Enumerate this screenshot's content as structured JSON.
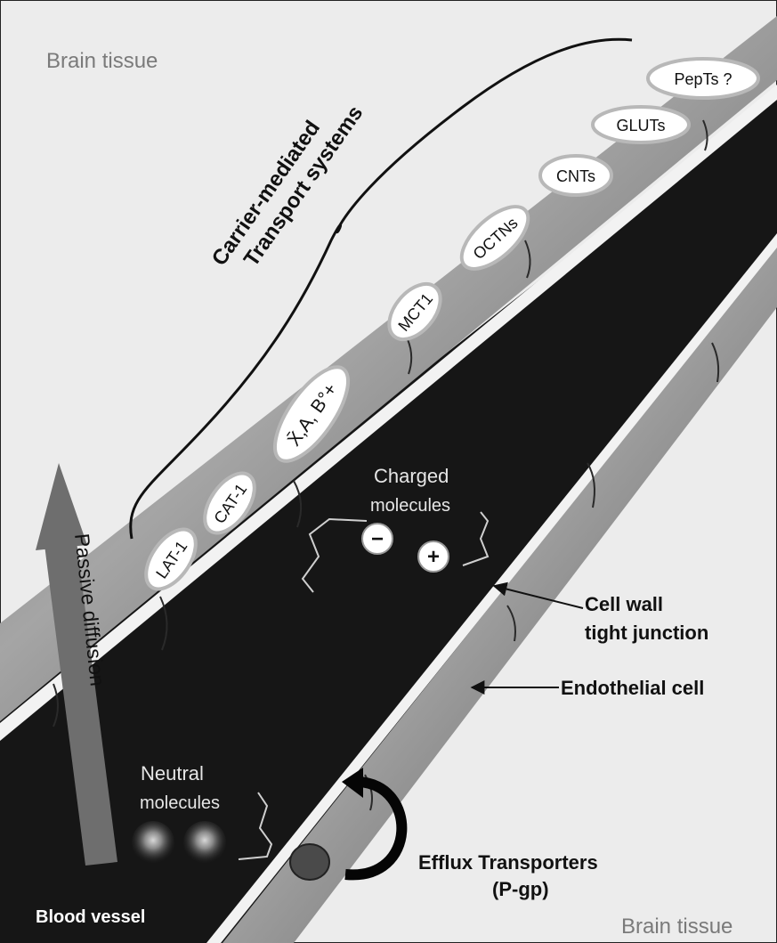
{
  "regions": {
    "brain_tissue_top": "Brain tissue",
    "brain_tissue_bottom": "Brain tissue",
    "blood_vessel": "Blood vessel"
  },
  "carrier_group": {
    "title_line1": "Carrier-mediated",
    "title_line2": "Transport systems"
  },
  "transporters": [
    {
      "label": "LAT-1"
    },
    {
      "label": "CAT-1"
    },
    {
      "label": "X̄,A, B°+"
    },
    {
      "label": "MCT1"
    },
    {
      "label": "OCTNs"
    },
    {
      "label": "CNTs"
    },
    {
      "label": "GLUTs"
    },
    {
      "label": "PepTs ?"
    }
  ],
  "charged": {
    "label_line1": "Charged",
    "label_line2": "molecules",
    "negative_symbol": "−",
    "positive_symbol": "+"
  },
  "neutral": {
    "label_line1": "Neutral",
    "label_line2": "molecules"
  },
  "passive_diffusion": "Passive diffusion",
  "annotations": {
    "tight_junction_line1": "Cell wall",
    "tight_junction_line2": "tight junction",
    "endothelial": "Endothelial cell",
    "efflux_line1": "Efflux Transporters",
    "efflux_line2": "(P-gp)"
  },
  "colors": {
    "background": "#ededed",
    "vessel": "#151515",
    "wall": "#8a8a8a",
    "oval_fill": "#ffffff",
    "oval_stroke": "#b8b8b8",
    "arrow": "#6e6e6e"
  }
}
